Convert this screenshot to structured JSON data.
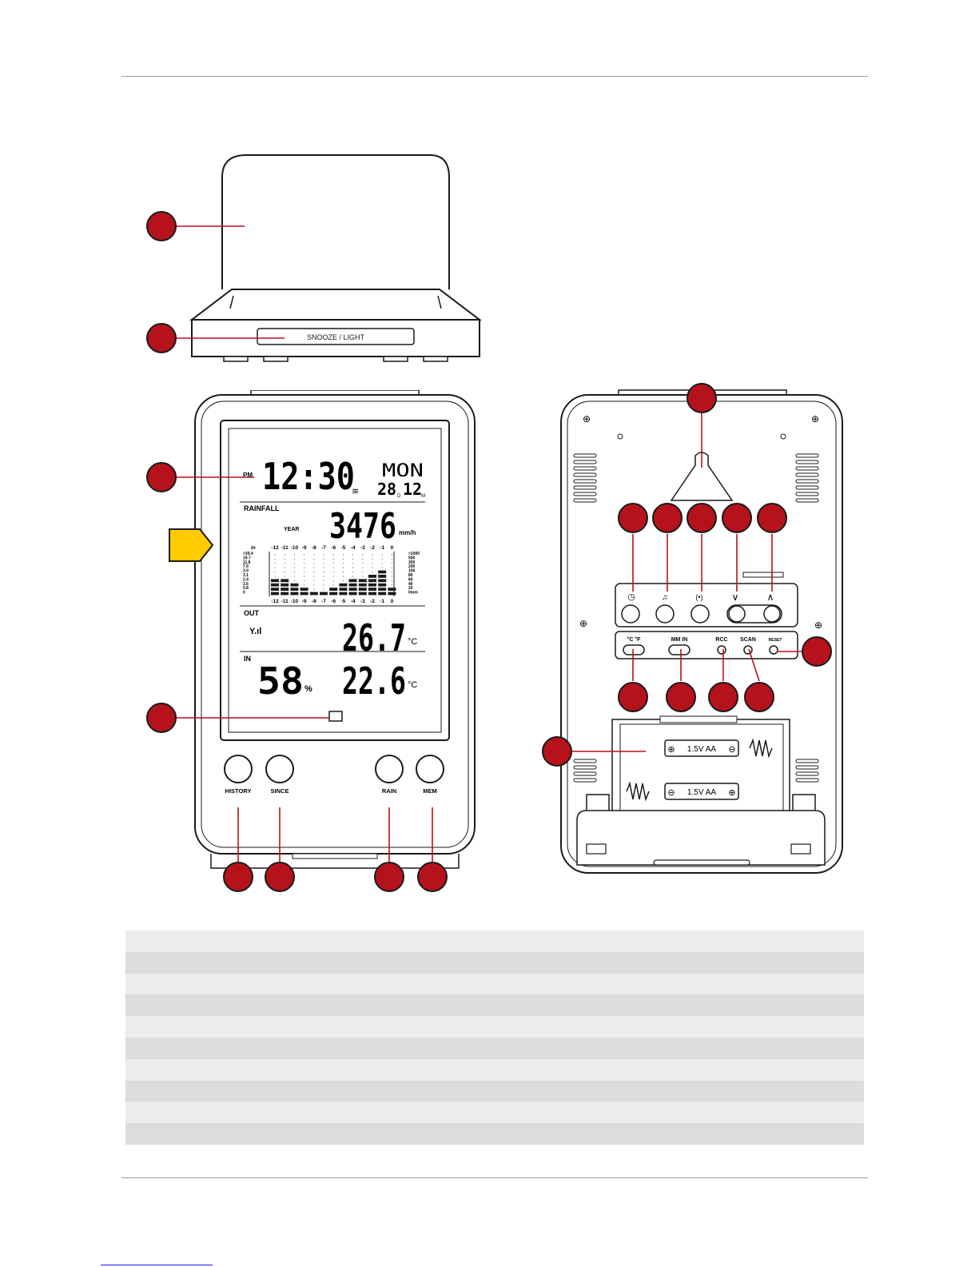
{
  "top_view": {
    "button_label": "SNOOZE / LIGHT"
  },
  "display": {
    "time_prefix": "PM",
    "time": "12:30",
    "weekday": "MON",
    "date": "28",
    "date_d": "D",
    "month": "12",
    "date_m": "M",
    "rainfall_label": "RAINFALL",
    "period_label": "YEAR",
    "rain_value": "3476",
    "rain_unit": "mm/h",
    "chart_hours_top": [
      "-12",
      "-11",
      "-10",
      "-9",
      "-8",
      "-7",
      "-6",
      "-5",
      "-4",
      "-3",
      "-2",
      "-1",
      "0"
    ],
    "chart_hours_bottom": [
      "-12",
      "-11",
      "-10",
      "-9",
      "-8",
      "-7",
      "-6",
      "-5",
      "-4",
      "-3",
      "-2",
      "-1",
      "0"
    ],
    "chart_left_unit": "in",
    "chart_left_scale": [
      ">39.4",
      "19.7",
      "11.8",
      "7.9",
      "3.9",
      "3.1",
      "2.4",
      "1.6",
      "0.8",
      "0"
    ],
    "chart_right_scale": [
      ">1000",
      "500",
      "300",
      "200",
      "100",
      "80",
      "60",
      "40",
      "20",
      "0mm"
    ],
    "chart_bar_levels": [
      4,
      4,
      3,
      2,
      1,
      1,
      2,
      3,
      4,
      4,
      5,
      6,
      2
    ],
    "out_label": "OUT",
    "out_temp": "26.7",
    "out_unit": "°C",
    "in_label": "IN",
    "in_humidity": "58",
    "in_humidity_unit": "%",
    "in_temp": "22.6",
    "in_unit": "°C"
  },
  "front_buttons": {
    "history": "HISTORY",
    "since": "SINCE",
    "rain": "RAIN",
    "mem": "MEM"
  },
  "back_panel": {
    "switch_temp": "°C  °F",
    "switch_rain": "MM   IN",
    "rcc": "RCC",
    "scan": "SCAN",
    "reset": "RESET",
    "battery_top": "1.5V AA",
    "battery_bottom": "1.5V AA"
  },
  "colors": {
    "callout": "#b5121b",
    "arrow_tab": "#ffcc00",
    "outline": "#1a1a1a"
  }
}
